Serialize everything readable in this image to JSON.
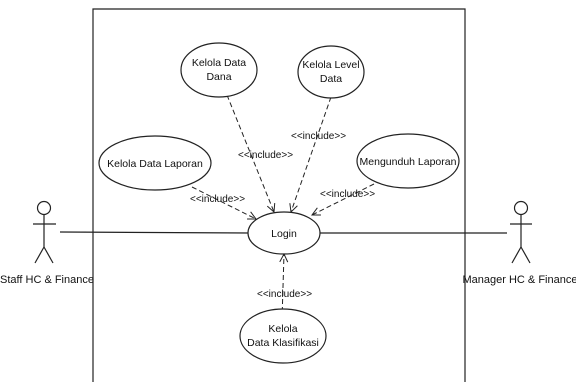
{
  "actors": {
    "staff": {
      "name": "Staff HC & Finance"
    },
    "manager": {
      "name": "Manager HC & Finance"
    }
  },
  "use_cases": {
    "kelola_data_dana": {
      "lines": [
        "Kelola Data",
        "Dana"
      ]
    },
    "kelola_level_data": {
      "lines": [
        "Kelola Level",
        "Data"
      ]
    },
    "kelola_data_laporan": {
      "lines": [
        "Kelola Data Laporan"
      ]
    },
    "mengunduh_laporan": {
      "lines": [
        "Mengunduh Laporan"
      ]
    },
    "login": {
      "lines": [
        "Login"
      ]
    },
    "kelola_data_klasifikasi": {
      "lines": [
        "Kelola",
        "Data Klasifikasi"
      ]
    }
  },
  "relations": {
    "include_label": "<<include>>"
  }
}
